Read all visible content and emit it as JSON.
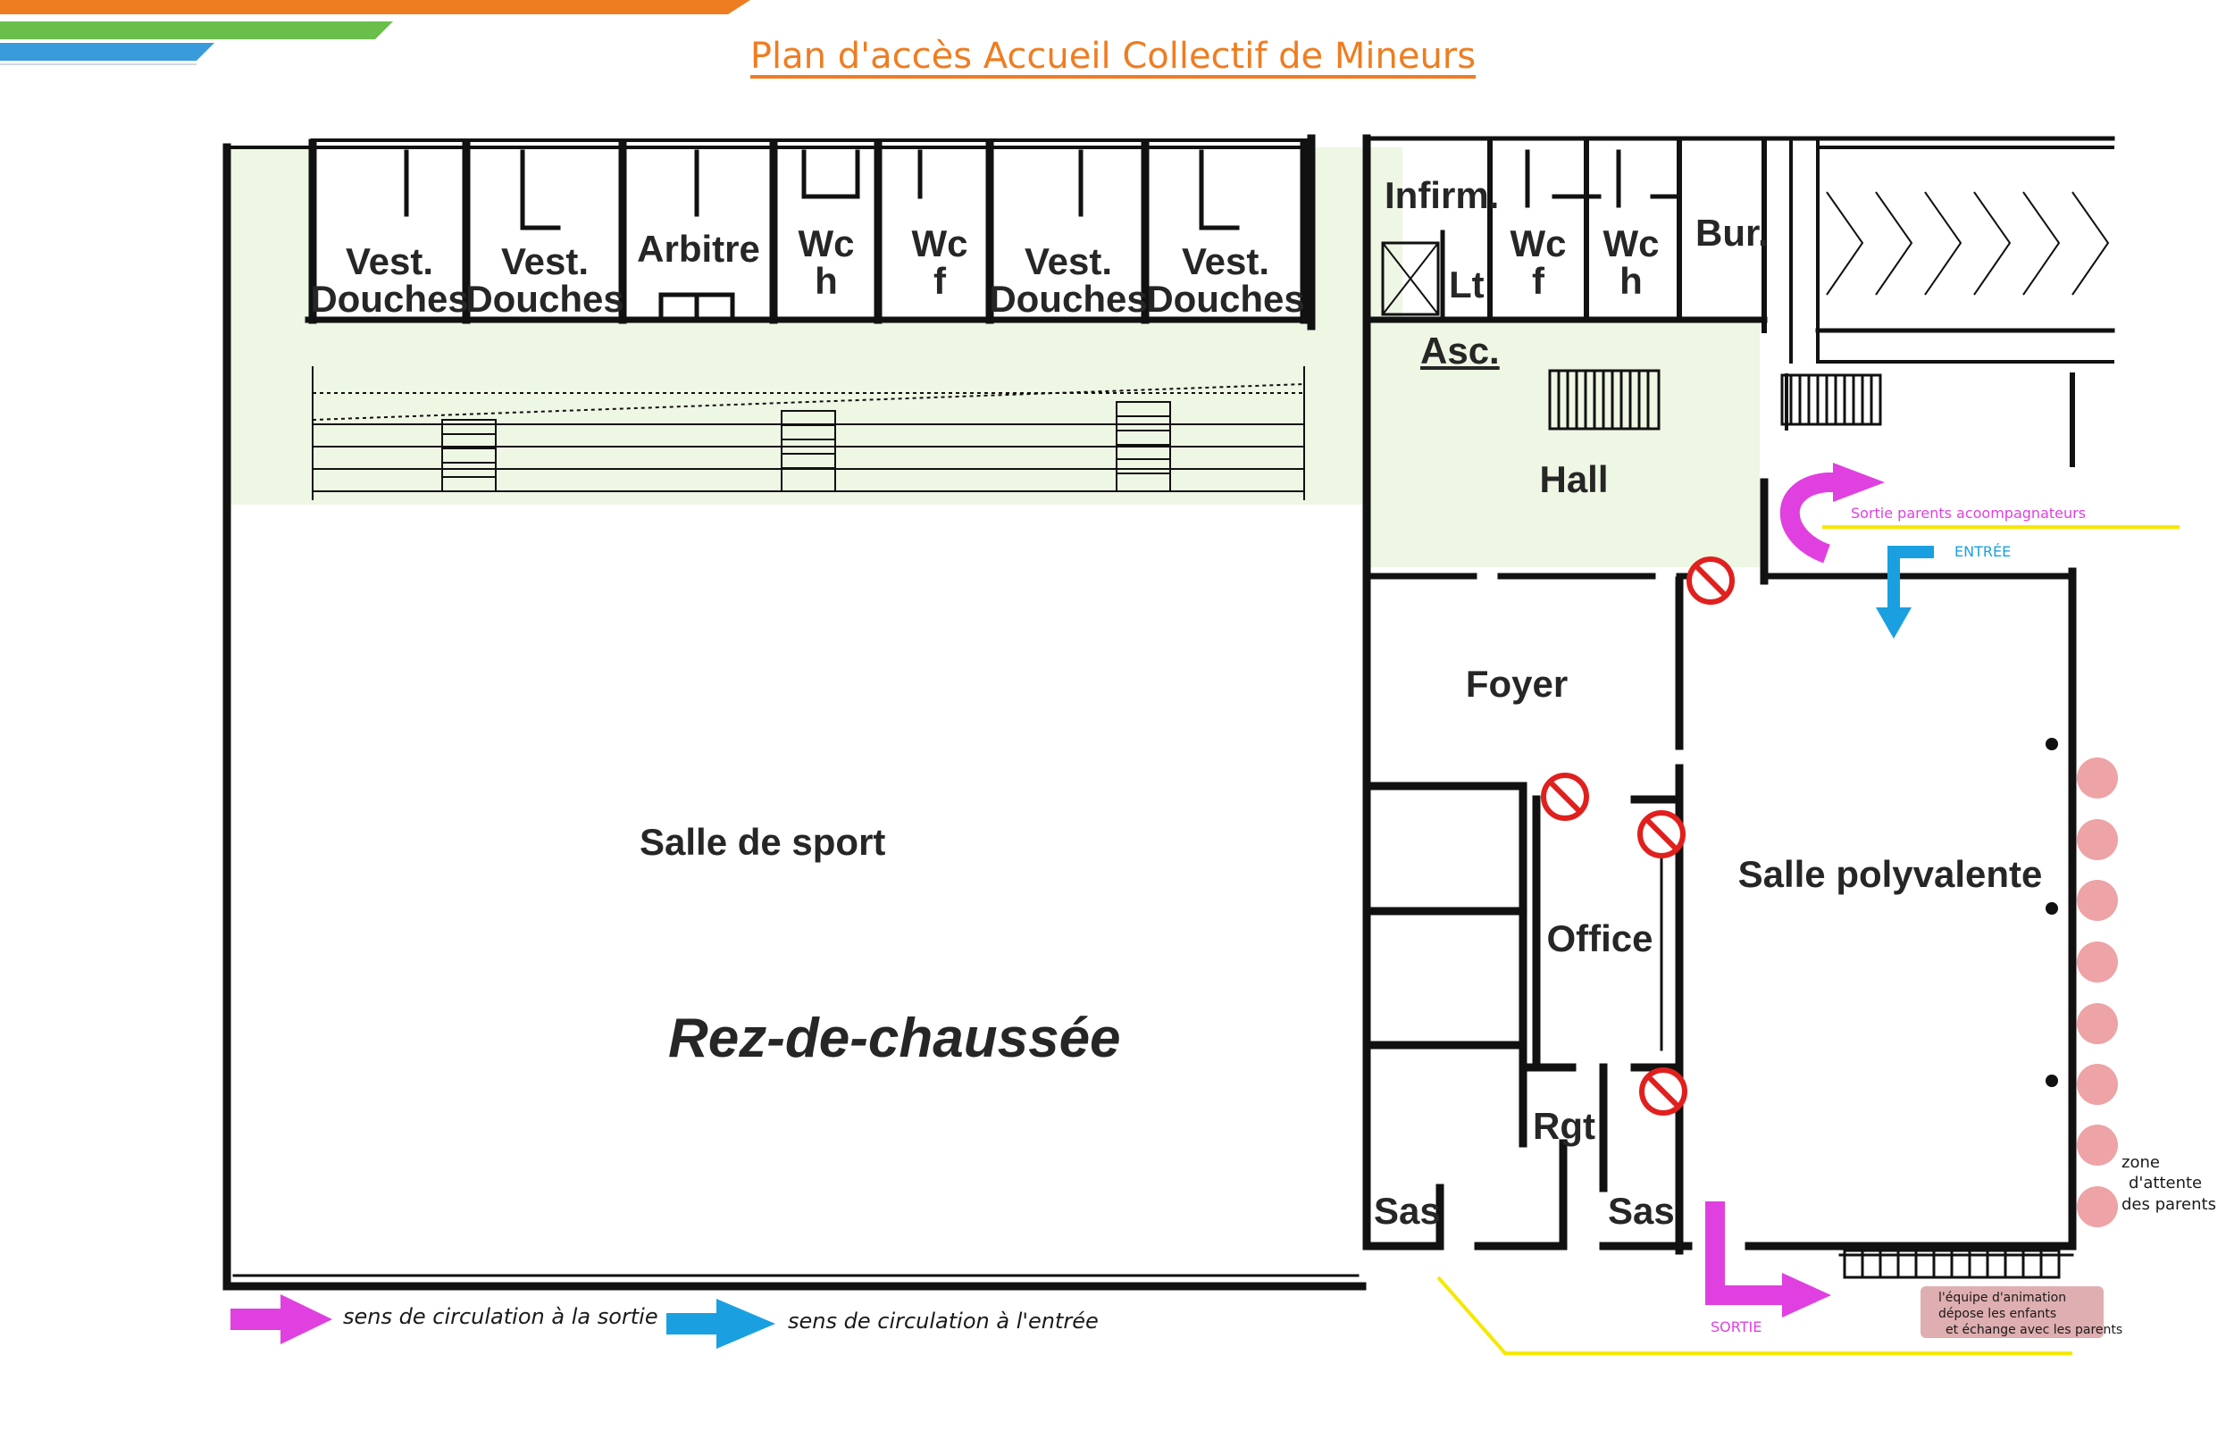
{
  "title": "Plan d'accès Accueil Collectif de Mineurs",
  "floor_label": "Rez-de-chaussée",
  "rooms": {
    "vest1": [
      "Vest.",
      "Douches"
    ],
    "vest2": [
      "Vest.",
      "Douches"
    ],
    "arbitre": "Arbitre",
    "wc_h_left": [
      "Wc",
      "h"
    ],
    "wc_f_left": [
      "Wc",
      "f"
    ],
    "vest3": [
      "Vest.",
      "Douches"
    ],
    "vest4": [
      "Vest.",
      "Douches"
    ],
    "infirm": "Infirm.",
    "lt": "Lt",
    "wc_f_right": [
      "Wc",
      "f"
    ],
    "wc_h_right": [
      "Wc",
      "h"
    ],
    "bur": "Bur.",
    "asc": "Asc.",
    "hall": "Hall",
    "foyer": "Foyer",
    "salle_sport": "Salle de sport",
    "office": "Office",
    "salle_poly": "Salle polyvalente",
    "rgt": "Rgt",
    "sas_left": "Sas",
    "sas_right": "Sas"
  },
  "annotations": {
    "sortie_parents": "Sortie parents acoompagnateurs",
    "entree": "ENTRÉE",
    "sortie": "SORTIE",
    "zone_attente": [
      "zone",
      "d'attente",
      "des parents"
    ],
    "equipe_note": [
      "l'équipe d'animation",
      "dépose les enfants",
      "et échange avec les parents"
    ]
  },
  "legend": {
    "exit_label": "sens de circulation à la sortie",
    "entry_label": "sens de circulation à l'entrée"
  },
  "colors": {
    "wall": "#111111",
    "corridor": "#eef6e4",
    "pink": "#e040e0",
    "blue": "#1aa0e0",
    "yellow": "#f5e800",
    "no_entry": "#e0201e",
    "waiting_dot": "#eea3a6",
    "title_orange": "#ee7d22",
    "stripe_orange": "#ee7d22",
    "stripe_green": "#6abf4b",
    "stripe_blue": "#3a9bdc"
  }
}
